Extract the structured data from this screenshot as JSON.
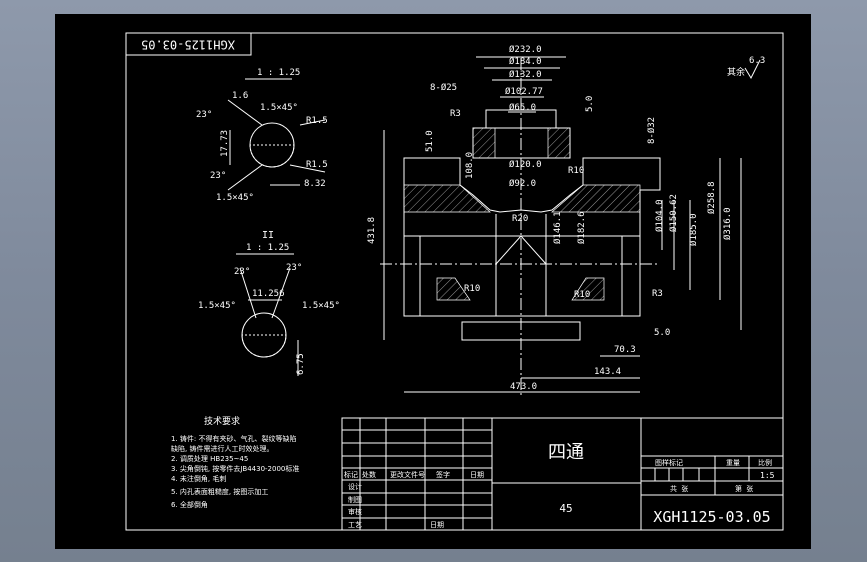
{
  "drawing_number": "XGH1125-03.05",
  "part_name": "四通",
  "material": "45",
  "roughness_note": "其余",
  "roughness_value": "6.3",
  "detail_1": {
    "scale_label": "1 : 1.25",
    "dims": [
      "1.6",
      "23°",
      "1.5×45°",
      "R1.5",
      "17.73",
      "R1.5",
      "8.32",
      "23°",
      "1.5×45°"
    ]
  },
  "detail_2": {
    "roman": "II",
    "scale_label": "1 : 1.25",
    "dims": [
      "23°",
      "23°",
      "11.256",
      "1.5×45°",
      "1.5×45°",
      "6.75"
    ]
  },
  "main_view_dims": {
    "top": [
      "Ø232.0",
      "Ø184.0",
      "Ø132.0",
      "Ø102.77",
      "Ø65.0",
      "8-Ø25",
      "R3",
      "5.0",
      "8-Ø32",
      "51.0"
    ],
    "middle": [
      "108.0",
      "Ø120.0",
      "Ø92.0",
      "R10",
      "R20",
      "Ø146.1",
      "Ø182.6",
      "Ø104.0",
      "Ø150.62",
      "Ø185.0",
      "Ø258.8",
      "Ø316.0"
    ],
    "bottom": [
      "431.8",
      "R10",
      "R10",
      "R3",
      "5.0",
      "70.3",
      "143.4",
      "473.0"
    ]
  },
  "technical_requirements": {
    "title": "技术要求",
    "items": [
      "1. 铸件: 不得有夹砂、气孔、裂纹等缺陷",
      "   缺陷, 铸件需进行人工时效处理。",
      "2. 调质处理 HB235~45",
      "3. 尖角倒钝, 按零件去JB4430-2000标准",
      "4. 未注倒角, 毛刺",
      "5. 内孔表面粗糙度, 按图示加工",
      "6. 全部倒角"
    ]
  },
  "title_block": {
    "labels": [
      "标记",
      "处数",
      "更改文件号",
      "签字",
      "日期"
    ],
    "rows": [
      "设计",
      "制图",
      "审核",
      "工艺"
    ],
    "date_label": "日期",
    "right_headers": [
      "图样标记",
      "重量",
      "比例"
    ],
    "scale": "1:5",
    "sheet_total": "共 张",
    "sheet_no": "第 张"
  }
}
